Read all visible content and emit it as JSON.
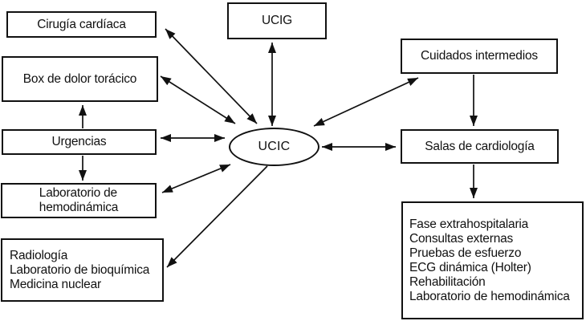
{
  "diagram": {
    "center_node": {
      "label": "UCIC"
    },
    "top_node": {
      "label": "UCIG"
    },
    "left_boxes": [
      {
        "label": "Cirugía cardíaca"
      },
      {
        "label": "Box de dolor torácico"
      },
      {
        "label": "Urgencias"
      },
      {
        "lines": [
          "Laboratorio de",
          "hemodinámica"
        ]
      },
      {
        "lines": [
          "Radiología",
          "Laboratorio de bioquímica",
          "Medicina nuclear"
        ]
      }
    ],
    "right_boxes": [
      {
        "label": "Cuidados intermedios"
      },
      {
        "label": "Salas de cardiología"
      },
      {
        "lines": [
          "Fase extrahospitalaria",
          "Consultas externas",
          "Pruebas de esfuerzo",
          "ECG dinámica (Holter)",
          "Rehabilitación",
          "Laboratorio de hemodinámica"
        ]
      }
    ],
    "colors": {
      "line": "#111111",
      "background": "#ffffff",
      "text": "#111111"
    }
  }
}
